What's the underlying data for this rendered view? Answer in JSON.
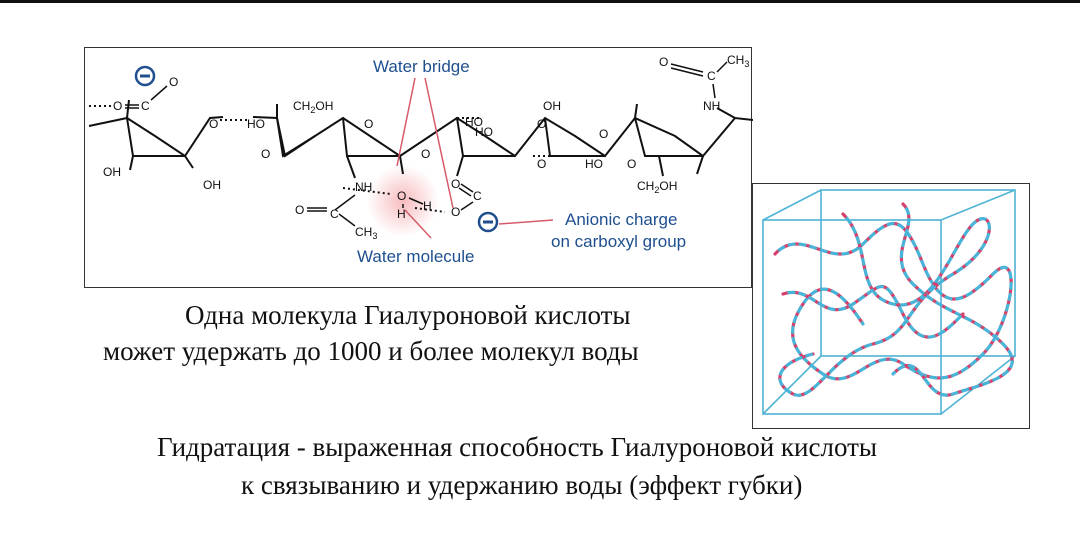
{
  "structure": {
    "labels": {
      "water_bridge": "Water bridge",
      "water_molecule": "Water molecule",
      "anionic_line1": "Anionic charge",
      "anionic_line2": "on carboxyl group"
    },
    "atoms": {
      "o": "O",
      "c": "C",
      "ho": "HO",
      "oh": "OH",
      "ch2oh": "CH",
      "ch2oh_sub": "2",
      "ch2oh_tail": "OH",
      "nh": "NH",
      "n_h": "N",
      "h": "H",
      "ch3": "CH",
      "ch3_sub": "3",
      "minus": "−"
    },
    "colors": {
      "annotation": "#1f4f8f",
      "pointer": "#d85a6a",
      "highlight": "#f7b8bb",
      "anion": "#1f4f8f"
    }
  },
  "captions": {
    "line1": "Одна молекула Гиалуроновой кислоты",
    "line2": "может удержать до 1000 и более молекул воды",
    "line3": "Гидратация - выраженная способность Гиалуроновой кислоты",
    "line4": "к связыванию и удержанию воды (эффект губки)"
  },
  "network": {
    "colors": {
      "strand_a": "#d6406a",
      "strand_b": "#48b4d8",
      "cube": "#4fb3d6"
    }
  }
}
